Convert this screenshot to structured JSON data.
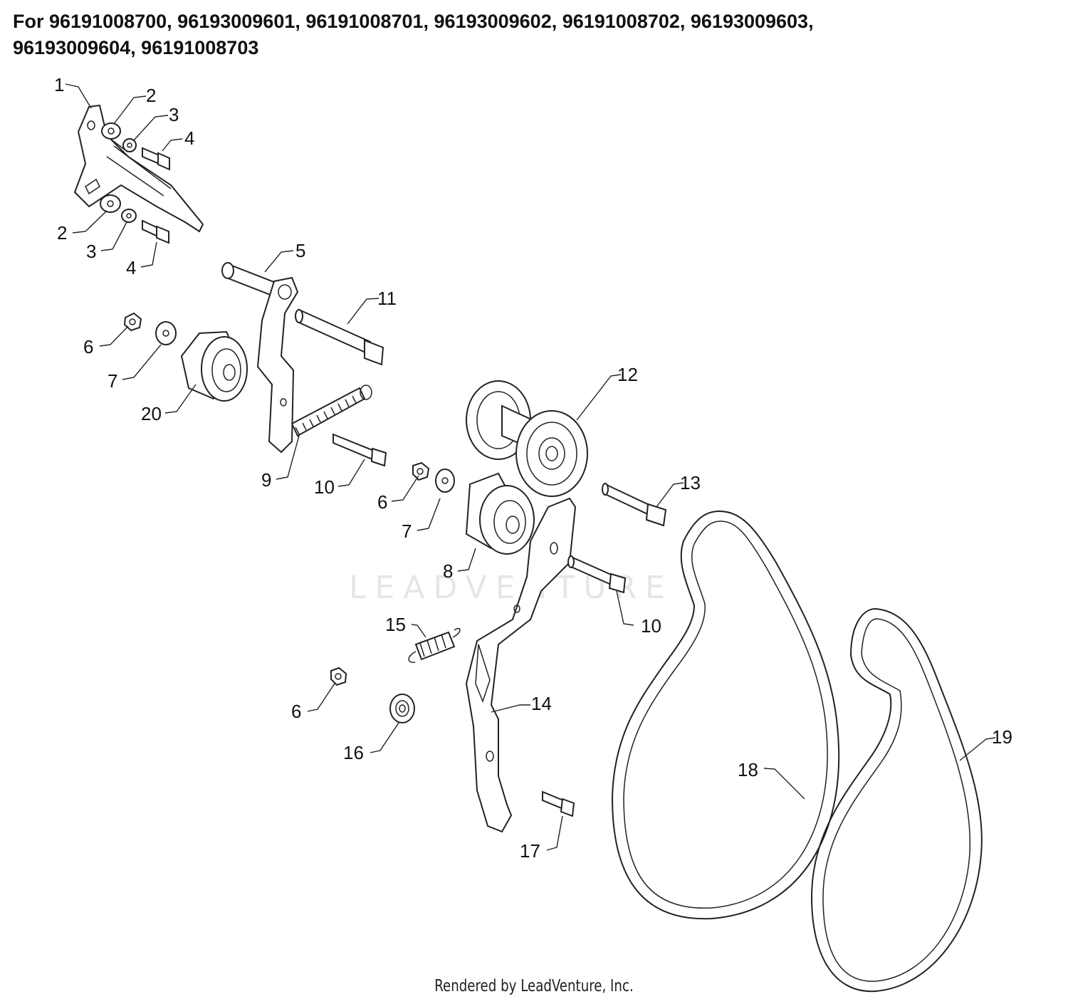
{
  "header": {
    "line1": "For 96191008700, 96193009601, 96191008701, 96193009602, 96191008702, 96193009603,",
    "line2": "96193009604, 96191008703"
  },
  "callouts": [
    {
      "id": "c1",
      "label": "1"
    },
    {
      "id": "c2a",
      "label": "2"
    },
    {
      "id": "c3a",
      "label": "3"
    },
    {
      "id": "c4a",
      "label": "4"
    },
    {
      "id": "c2b",
      "label": "2"
    },
    {
      "id": "c3b",
      "label": "3"
    },
    {
      "id": "c4b",
      "label": "4"
    },
    {
      "id": "c5",
      "label": "5"
    },
    {
      "id": "c11",
      "label": "11"
    },
    {
      "id": "c6a",
      "label": "6"
    },
    {
      "id": "c7a",
      "label": "7"
    },
    {
      "id": "c20",
      "label": "20"
    },
    {
      "id": "c9",
      "label": "9"
    },
    {
      "id": "c10a",
      "label": "10"
    },
    {
      "id": "c12",
      "label": "12"
    },
    {
      "id": "c6b",
      "label": "6"
    },
    {
      "id": "c7b",
      "label": "7"
    },
    {
      "id": "c8",
      "label": "8"
    },
    {
      "id": "c13",
      "label": "13"
    },
    {
      "id": "c10b",
      "label": "10"
    },
    {
      "id": "c15",
      "label": "15"
    },
    {
      "id": "c14",
      "label": "14"
    },
    {
      "id": "c6c",
      "label": "6"
    },
    {
      "id": "c16",
      "label": "16"
    },
    {
      "id": "c17",
      "label": "17"
    },
    {
      "id": "c18",
      "label": "18"
    },
    {
      "id": "c19",
      "label": "19"
    }
  ],
  "watermark": "LEADVENTURE",
  "footer": "Rendered by LeadVenture, Inc."
}
